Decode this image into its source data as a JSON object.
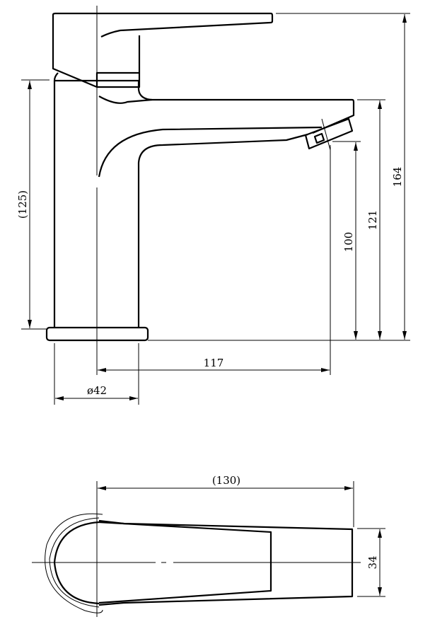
{
  "title": "Basin faucet technical drawing",
  "front_view": {
    "dimensions": {
      "overall_height": "164",
      "spout_top_height": "121",
      "outlet_height": "100",
      "body_height": "(125)",
      "spout_reach": "117",
      "base_diameter": "ø42"
    }
  },
  "top_view": {
    "dimensions": {
      "overall_length": "(130)",
      "spout_width": "34"
    }
  },
  "colors": {
    "line": "#000000",
    "background": "#ffffff"
  }
}
